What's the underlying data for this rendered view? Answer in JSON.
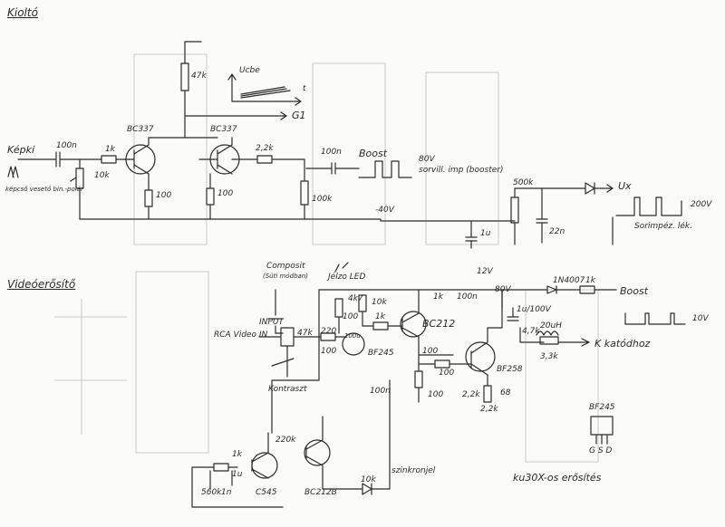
{
  "sections": {
    "output": "Kioltó",
    "video_amp": "Videóerősítő"
  },
  "top": {
    "kep_ki": "Képki",
    "kep_ki_sub": "képcső vesető bin.-polár",
    "c_100n_in": "100n",
    "r_1k": "1k",
    "r_10k": "10k",
    "t1": "BC337",
    "t2": "BC337",
    "r_47k": "47k",
    "r_100_a": "100",
    "r_100_b": "100",
    "r_2_2k": "2,2k",
    "graph_y": "Ucbe",
    "graph_t": "t",
    "graph_g1": "G1",
    "c_100n_boost": "100n",
    "boost": "Boost",
    "boost_v": "80V",
    "boost_desc": "sorvill. imp (booster)",
    "pot_100k": "100k",
    "minus40": "-40V",
    "pot_500k": "500k",
    "c_1u": "1u",
    "c_22n": "22n",
    "ux": "Ux",
    "v200": "200V",
    "sorimp": "Sorimpéz. lék."
  },
  "bottom": {
    "composit": "Composit",
    "composit_sub": "(Süti módban)",
    "jelzo": "Jélzo LED",
    "rca": "RCA Video IN",
    "input": "INPUT",
    "r_47k": "47k",
    "kontrast": "Kontraszt",
    "r_220": "220",
    "r_100_a": "100",
    "r_100_b": "100",
    "r_10k": "10k",
    "r_4k7": "4k7",
    "r_1k": "1k",
    "c_100u": "100u",
    "c_100n": "100n",
    "c_100n_b": "100n",
    "bf245": "BF245",
    "bc212": "BC212",
    "v12": "12V",
    "r_2_2k": "2,2k",
    "r_100_c": "100",
    "r_100_d": "100",
    "r_100_e": "100",
    "v80": "80V",
    "c_1u_100v": "1u/100V",
    "r_4_7k": "4,7k",
    "d_1n4007": "1N4007",
    "r_1k_b": "1k",
    "boost": "Boost",
    "l_20uh": "20uH",
    "r_3_3k": "3,3k",
    "k_label": "K katódhoz",
    "bf258": "BF258",
    "r_2_2k_b": "2,2k",
    "c_68": "68",
    "v10": "10V",
    "r_220k": "220k",
    "r_1k_c": "1k",
    "c_1u_b": "1u",
    "r_560k": "560k",
    "c_1n": "1n",
    "c545": "C545",
    "bc212b": "BC212B",
    "r_10k_b": "10k",
    "szinkron": "szinkronjel",
    "ku30x": "ku30X-os erősítés",
    "bf245_pin": "BF245",
    "gsd": "G S D"
  }
}
